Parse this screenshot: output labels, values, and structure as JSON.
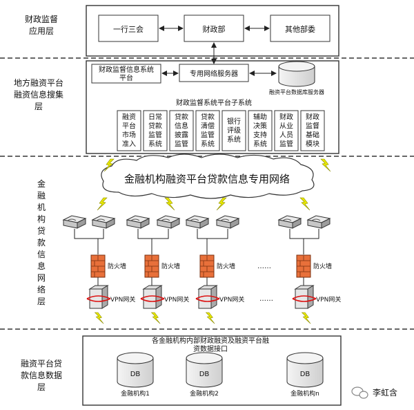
{
  "layers": {
    "supervision": "财政监督应用层",
    "collection": "地方融资平台融资信息搜集层",
    "network": "金融机构贷款信息网络层",
    "data": "融资平台贷款信息数据层"
  },
  "top_boxes": [
    "一行三会",
    "财政部",
    "其他部委"
  ],
  "collection": {
    "info_system": "财政监督信息系统平台",
    "server": "专用网络服务器",
    "db_server": "融资平台数据库服务器",
    "subsystem_title": "财政监督系统平台子系统",
    "subsystems": [
      "融资平台市场准入",
      "日常贷款监管系统",
      "贷款信息披露监管",
      "贷款清偿监管系统",
      "银行评级系统",
      "辅助决策支持系统",
      "财政从业人员监管",
      "财政监督基础模块"
    ]
  },
  "network": {
    "cloud": "金融机构融资平台贷款信息专用网络",
    "firewall": "防火墙",
    "vpn": "VPN网关",
    "ellipsis": "……"
  },
  "data_layer": {
    "interface": "各金融机构内部财政融资及融资平台融资数据接口",
    "db_label": "DB",
    "institutions": [
      "金融机构1",
      "金融机构2",
      "金融机构n"
    ]
  },
  "watermark": "李虹含",
  "colors": {
    "line": "#222222",
    "lightning": "#e8e800",
    "firewall": "#e8703a",
    "border": "#333333"
  }
}
